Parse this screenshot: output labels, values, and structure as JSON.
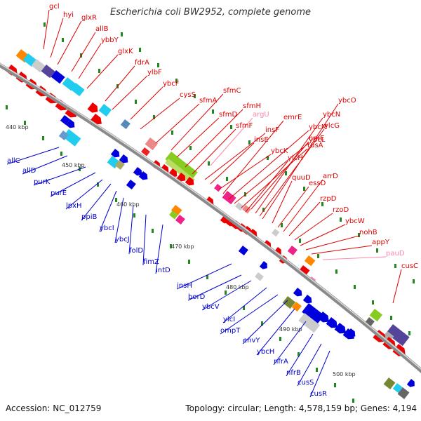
{
  "title": "Escherichia coli BW2952, complete genome",
  "accession": "Accession: NC_012759",
  "topology": "Topology: circular; Length: 4,578,159 bp; Genes: 4,194",
  "colors": {
    "forward_label": "#dd0000",
    "reverse_label": "#0000cc",
    "pseudo_label": "#ff88aa",
    "backbone": "#8a8a8a",
    "tick": "#228822"
  },
  "kbp_labels": [
    "440 kbp",
    "450 kbp",
    "460 kbp",
    "470 kbp",
    "480 kbp",
    "490 kbp",
    "500 kbp"
  ],
  "forward_genes": [
    "gcl",
    "hyi",
    "glxR",
    "allB",
    "ybbY",
    "glxK",
    "fdrA",
    "ylbF",
    "ybcF",
    "cysS",
    "sfmA",
    "sfmC",
    "sfmD",
    "sfmH",
    "sfmF",
    "insF",
    "insE",
    "ybcK",
    "emrE",
    "ybcM",
    "ybcL",
    "rusA",
    "ylcH",
    "nmE",
    "ybcN",
    "ylcG",
    "ybcO",
    "quuD",
    "essD",
    "arrD",
    "rzpD",
    "rzoD",
    "ybcW",
    "nohB",
    "appY",
    "cusC"
  ],
  "pseudo_genes": [
    "argU",
    "pauD"
  ],
  "reverse_genes": [
    "allC",
    "allD",
    "purK",
    "purE",
    "lpxH",
    "ppiB",
    "ybcI",
    "ybcJ",
    "folD",
    "fimZ",
    "intD",
    "insH",
    "borD",
    "ybcV",
    "ylcI",
    "ompT",
    "envY",
    "ybcH",
    "nfrA",
    "nfrB",
    "cusS",
    "cusR"
  ]
}
